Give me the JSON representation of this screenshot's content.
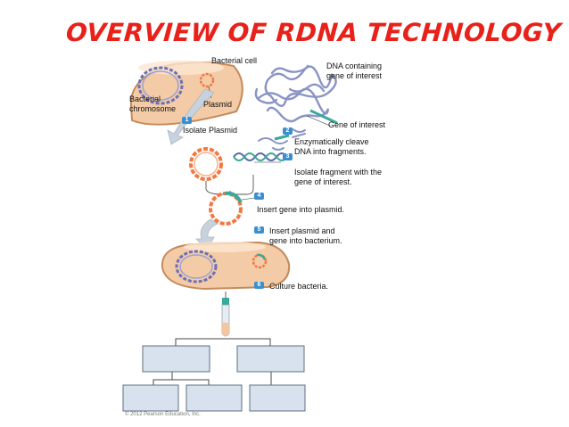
{
  "title": "OVERVIEW OF RDNA TECHNOLOGY",
  "labels": {
    "bacterial_cell": "Bacterial cell",
    "dna_containing": "DNA containing gene of interest",
    "bacterial_chromosome": "Bacterial chromosome",
    "plasmid": "Plasmid",
    "isolate_plasmid": "Isolate Plasmid",
    "gene_of_interest": "Gene of interest",
    "cleave": "Enzymatically cleave DNA into fragments.",
    "isolate_fragment": "Isolate fragment with the gene of interest.",
    "insert_gene": "Insert gene into plasmid.",
    "insert_plasmid": "Insert plasmid and gene into bacterium.",
    "culture": "Culture bacteria."
  },
  "steps": [
    "1",
    "2",
    "3",
    "4",
    "5",
    "6"
  ],
  "copyright": "© 2012 Pearson Education, Inc.",
  "colors": {
    "title": "#e8221a",
    "cell_fill": "#f3cba6",
    "cell_border": "#c58a5a",
    "chromosome": "#6b6fb8",
    "plasmid": "#f07a45",
    "dna": "#8a94c4",
    "gene": "#3aa89a",
    "arrow": "#c7d2dd",
    "step_badge": "#3a8fd0",
    "empty_box_fill": "#d7e2ee",
    "empty_box_border": "#5f6f82"
  }
}
